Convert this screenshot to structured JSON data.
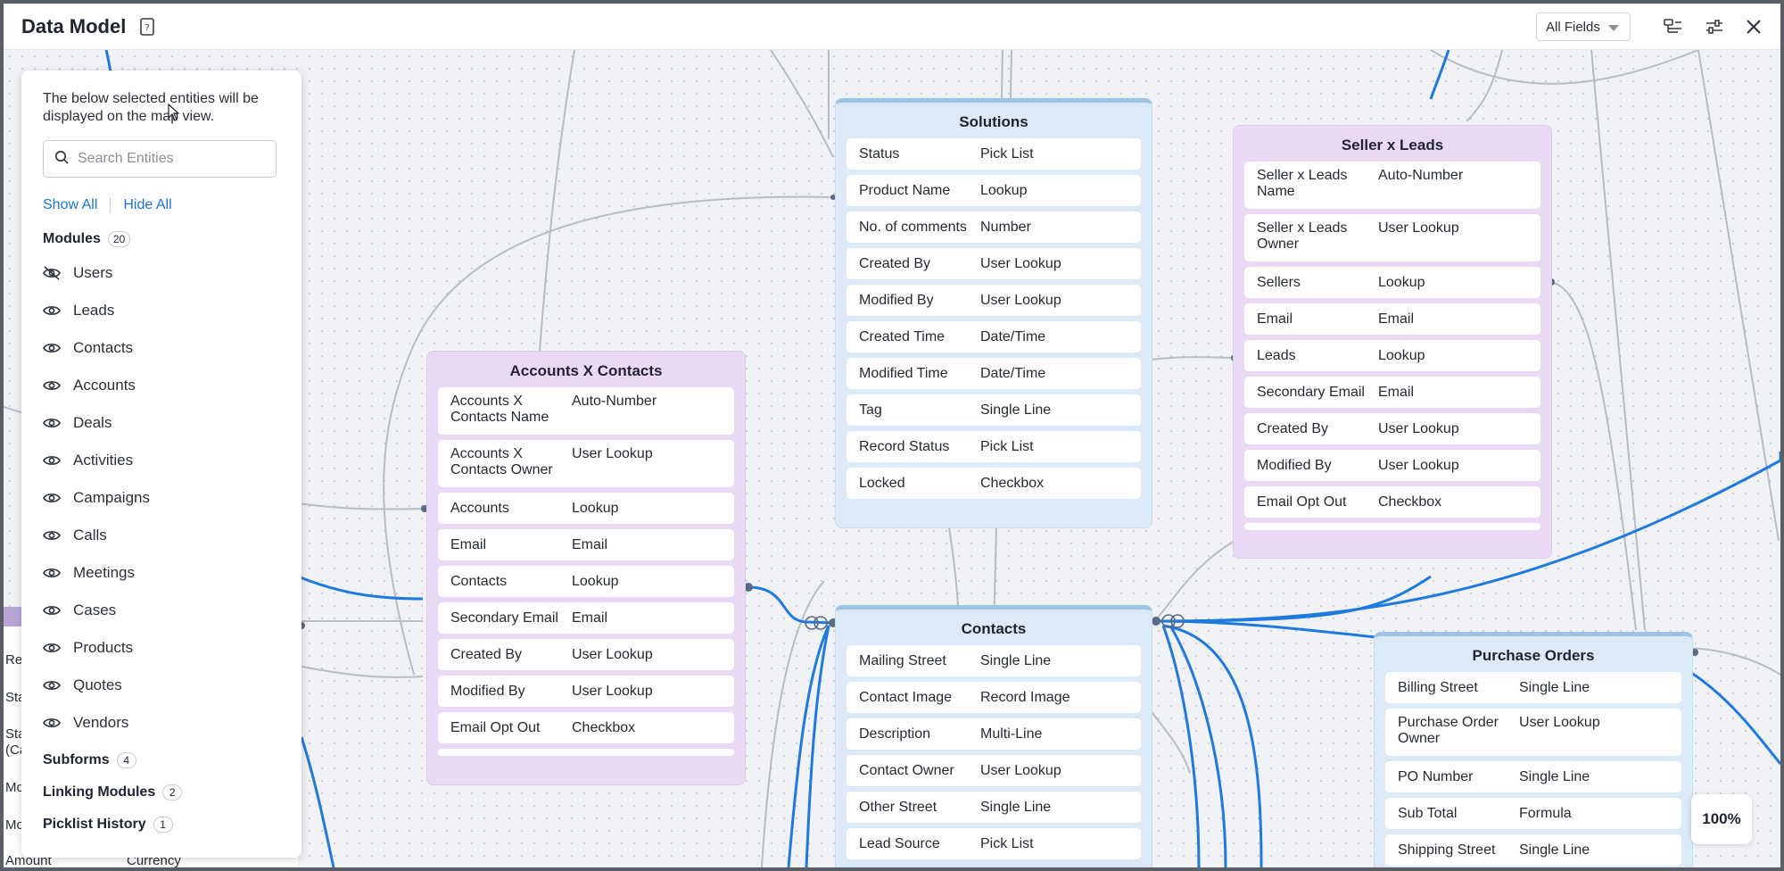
{
  "header": {
    "title": "Data Model",
    "filter_value": "All Fields"
  },
  "panel": {
    "note": "The below selected entities will be displayed on the map view.",
    "search_placeholder": "Search Entities",
    "show_all": "Show All",
    "hide_all": "Hide All",
    "modules_label": "Modules",
    "modules_count": "20",
    "modules": [
      {
        "label": "Users",
        "icon": "eye-off-icon"
      },
      {
        "label": "Leads",
        "icon": "eye-icon"
      },
      {
        "label": "Contacts",
        "icon": "eye-icon"
      },
      {
        "label": "Accounts",
        "icon": "eye-icon"
      },
      {
        "label": "Deals",
        "icon": "eye-icon"
      },
      {
        "label": "Activities",
        "icon": "eye-icon"
      },
      {
        "label": "Campaigns",
        "icon": "eye-icon"
      },
      {
        "label": "Calls",
        "icon": "eye-icon"
      },
      {
        "label": "Meetings",
        "icon": "eye-icon"
      },
      {
        "label": "Cases",
        "icon": "eye-icon"
      },
      {
        "label": "Products",
        "icon": "eye-icon"
      },
      {
        "label": "Quotes",
        "icon": "eye-icon"
      },
      {
        "label": "Vendors",
        "icon": "eye-icon"
      }
    ],
    "subforms_label": "Subforms",
    "subforms_count": "4",
    "linking_label": "Linking Modules",
    "linking_count": "2",
    "picklist_label": "Picklist History",
    "picklist_count": "1"
  },
  "hidden_card": {
    "rows": [
      "Re",
      "Sta",
      "Sta",
      "(Ca",
      "Mo",
      "Mo"
    ],
    "amount_label": "Amount",
    "amount_type": "Currency"
  },
  "entities": {
    "solutions": {
      "title": "Solutions",
      "fields": [
        [
          "Status",
          "Pick List"
        ],
        [
          "Product Name",
          "Lookup"
        ],
        [
          "No. of comments",
          "Number"
        ],
        [
          "Created By",
          "User Lookup"
        ],
        [
          "Modified By",
          "User Lookup"
        ],
        [
          "Created Time",
          "Date/Time"
        ],
        [
          "Modified Time",
          "Date/Time"
        ],
        [
          "Tag",
          "Single Line"
        ],
        [
          "Record Status",
          "Pick List"
        ],
        [
          "Locked",
          "Checkbox"
        ]
      ]
    },
    "seller_leads": {
      "title": "Seller x Leads",
      "fields": [
        [
          "Seller x Leads Name",
          "Auto-Number"
        ],
        [
          "Seller x Leads Owner",
          "User Lookup"
        ],
        [
          "Sellers",
          "Lookup"
        ],
        [
          "Email",
          "Email"
        ],
        [
          "Leads",
          "Lookup"
        ],
        [
          "Secondary Email",
          "Email"
        ],
        [
          "Created By",
          "User Lookup"
        ],
        [
          "Modified By",
          "User Lookup"
        ],
        [
          "Email Opt Out",
          "Checkbox"
        ]
      ]
    },
    "accounts_contacts": {
      "title": "Accounts X Contacts",
      "fields": [
        [
          "Accounts X Contacts Name",
          "Auto-Number"
        ],
        [
          "Accounts X Contacts Owner",
          "User Lookup"
        ],
        [
          "Accounts",
          "Lookup"
        ],
        [
          "Email",
          "Email"
        ],
        [
          "Contacts",
          "Lookup"
        ],
        [
          "Secondary Email",
          "Email"
        ],
        [
          "Created By",
          "User Lookup"
        ],
        [
          "Modified By",
          "User Lookup"
        ],
        [
          "Email Opt Out",
          "Checkbox"
        ]
      ]
    },
    "contacts": {
      "title": "Contacts",
      "fields": [
        [
          "Mailing Street",
          "Single Line"
        ],
        [
          "Contact Image",
          "Record Image"
        ],
        [
          "Description",
          "Multi-Line"
        ],
        [
          "Contact Owner",
          "User Lookup"
        ],
        [
          "Other Street",
          "Single Line"
        ],
        [
          "Lead Source",
          "Pick List"
        ]
      ]
    },
    "purchase_orders": {
      "title": "Purchase Orders",
      "fields": [
        [
          "Billing Street",
          "Single Line"
        ],
        [
          "Purchase Order Owner",
          "User Lookup"
        ],
        [
          "PO Number",
          "Single Line"
        ],
        [
          "Sub Total",
          "Formula"
        ],
        [
          "Shipping Street",
          "Single Line"
        ]
      ]
    }
  },
  "zoom_level": "100%",
  "colors": {
    "accent": "#1a73e8",
    "pink_card": "#ead9f5",
    "blue_card": "#dbeaf6",
    "edge_gray": "#b9bcc4",
    "edge_blue": "#1f7ae0"
  }
}
